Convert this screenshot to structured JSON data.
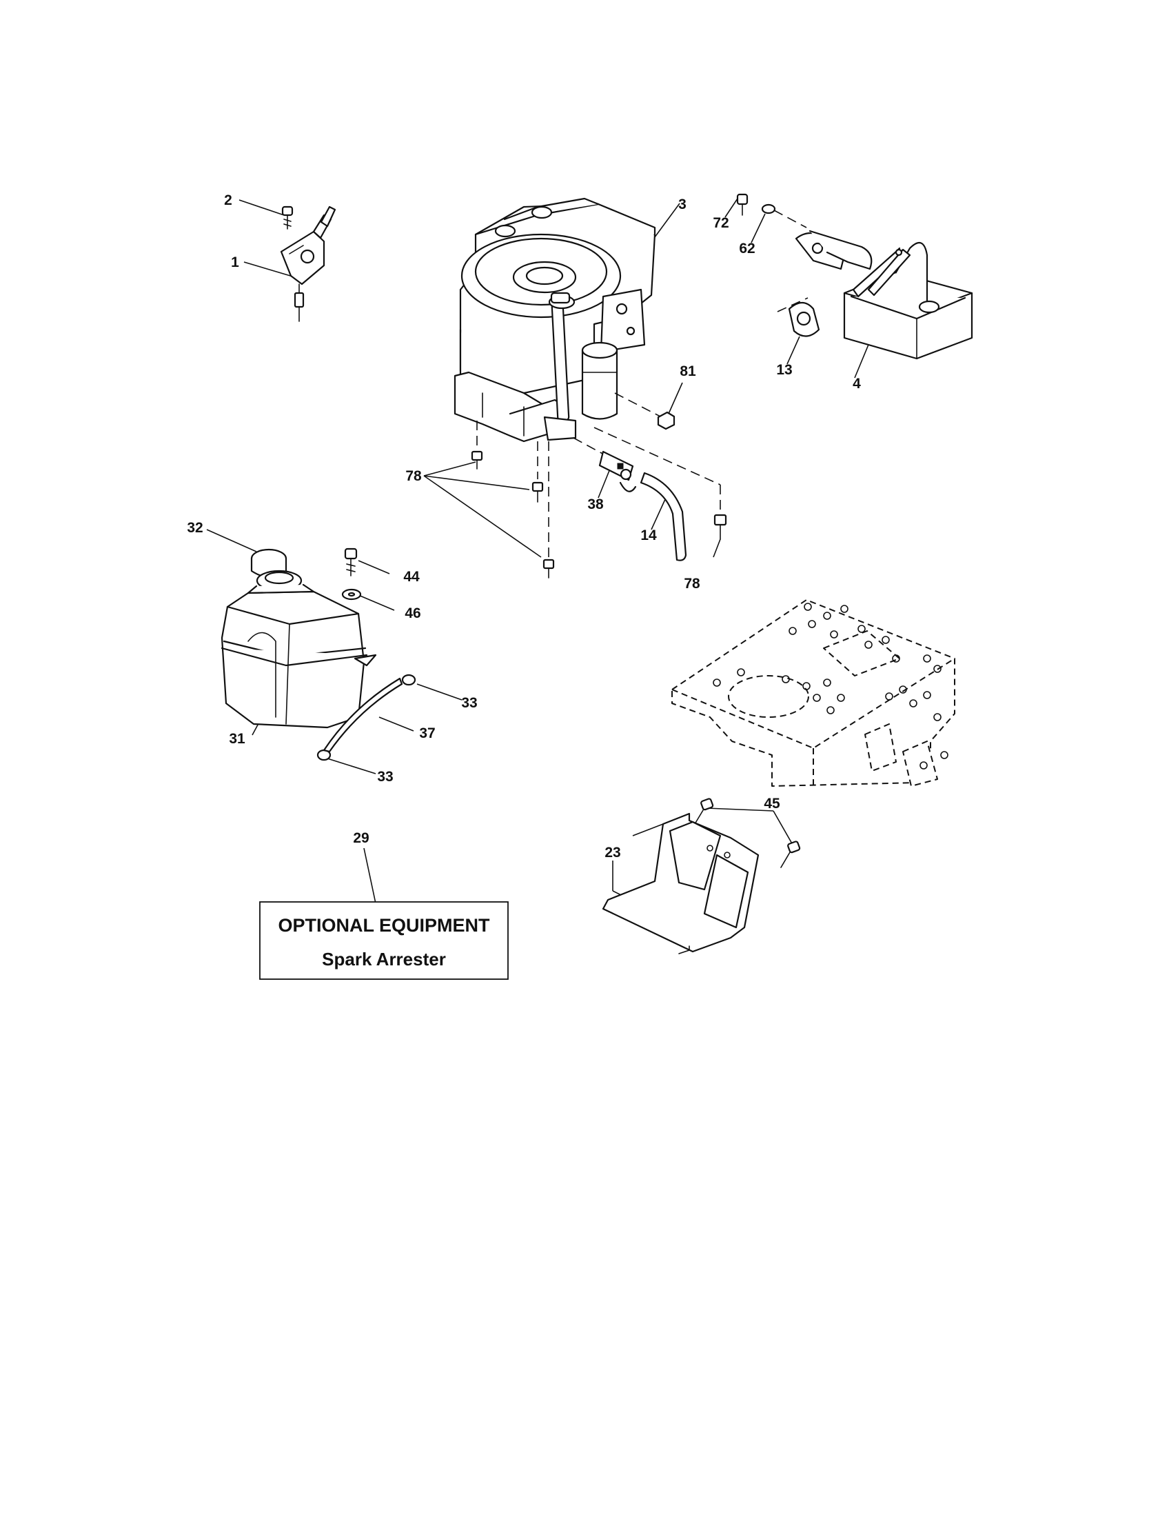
{
  "labels": [
    {
      "id": "lbl-2",
      "text": "2"
    },
    {
      "id": "lbl-1",
      "text": "1"
    },
    {
      "id": "lbl-3",
      "text": "3"
    },
    {
      "id": "lbl-72",
      "text": "72"
    },
    {
      "id": "lbl-62",
      "text": "62"
    },
    {
      "id": "lbl-13",
      "text": "13"
    },
    {
      "id": "lbl-4",
      "text": "4"
    },
    {
      "id": "lbl-81",
      "text": "81"
    },
    {
      "id": "lbl-78a",
      "text": "78"
    },
    {
      "id": "lbl-38",
      "text": "38"
    },
    {
      "id": "lbl-14",
      "text": "14"
    },
    {
      "id": "lbl-78b",
      "text": "78"
    },
    {
      "id": "lbl-32",
      "text": "32"
    },
    {
      "id": "lbl-44",
      "text": "44"
    },
    {
      "id": "lbl-46",
      "text": "46"
    },
    {
      "id": "lbl-33a",
      "text": "33"
    },
    {
      "id": "lbl-37",
      "text": "37"
    },
    {
      "id": "lbl-31",
      "text": "31"
    },
    {
      "id": "lbl-33b",
      "text": "33"
    },
    {
      "id": "lbl-29",
      "text": "29"
    },
    {
      "id": "lbl-45",
      "text": "45"
    },
    {
      "id": "lbl-23",
      "text": "23"
    }
  ],
  "optional_box": {
    "heading": "OPTIONAL EQUIPMENT",
    "item": "Spark Arrester"
  }
}
